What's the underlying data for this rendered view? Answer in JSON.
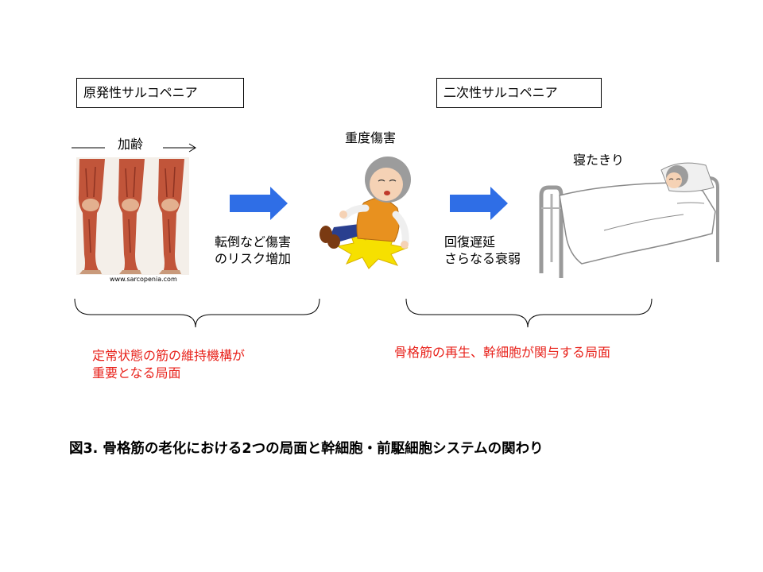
{
  "left_box": {
    "label": "原発性サルコペニア"
  },
  "right_box": {
    "label": "二次性サルコペニア"
  },
  "aging": {
    "label": "加齢"
  },
  "injury": {
    "label": "重度傷害"
  },
  "bedridden": {
    "label": "寝たきり"
  },
  "arrow1": {
    "line1": "転倒など傷害",
    "line2": "のリスク増加"
  },
  "arrow2": {
    "line1": "回復遅延",
    "line2": "さらなる衰弱"
  },
  "source": {
    "text": "www.sarcopenia.com"
  },
  "left_bracket": {
    "line1": "定常状態の筋の維持機構が",
    "line2": "重要となる局面"
  },
  "right_bracket": {
    "text": "骨格筋の再生、幹細胞が関与する局面"
  },
  "caption": {
    "text": "図3. 骨格筋の老化における2つの局面と幹細胞・前駆細胞システムの関わり"
  },
  "colors": {
    "arrow_blue": "#2f6ee6",
    "annotation_red": "#e8221b",
    "muscle": "#c1553a",
    "bed_gray": "#9a9a9a",
    "star_yellow": "#f6e000"
  }
}
